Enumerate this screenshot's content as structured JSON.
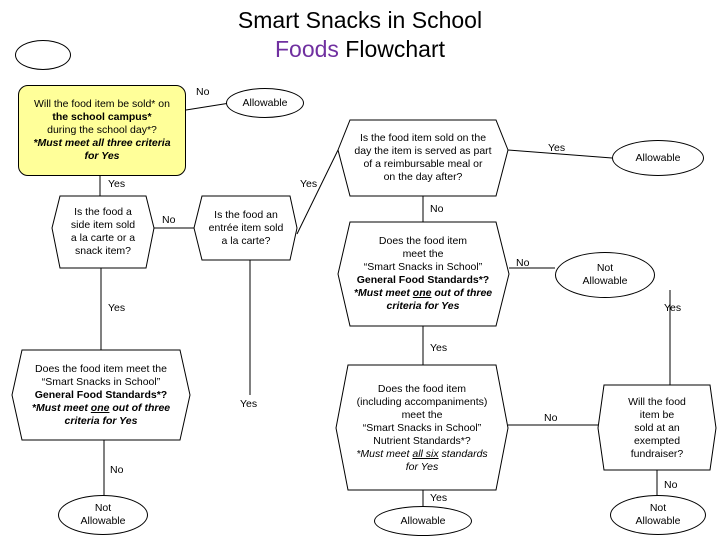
{
  "title": {
    "line1": "Smart Snacks in School",
    "line2_accent": "Foods",
    "line2_rest": " Flowchart"
  },
  "q_sold": {
    "line1": "Will the food item be sold* on",
    "line2": "the school campus*",
    "line3": "during the school day*?",
    "line4": "*Must meet all three criteria",
    "line5": "for Yes"
  },
  "q_side": {
    "line1": "Is the food a",
    "line2": "side item sold",
    "line3": "a la carte or a",
    "line4": "snack item?"
  },
  "q_entree": {
    "line1": "Is the food an",
    "line2": "entrée item sold",
    "line3": "a la carte?"
  },
  "q_reimb": {
    "line1": "Is the food item sold on the",
    "line2": "day the item is served as part",
    "line3": "of a reimbursable meal or",
    "line4": "on the day after?"
  },
  "q_general_left": {
    "line1": "Does the food item meet the",
    "line2": "“Smart Snacks in School”",
    "line3": "General Food Standards*?",
    "line4_pre": "*Must meet ",
    "line4_u": "one",
    "line4_post": " out of three",
    "line5": "criteria for Yes"
  },
  "q_general_mid": {
    "line1": "Does the food item",
    "line2": "meet the",
    "line3": "“Smart Snacks in School”",
    "line4": "General Food Standards*?",
    "line5_pre": "*Must meet ",
    "line5_u": "one",
    "line5_post": " out of three",
    "line6": "criteria for Yes"
  },
  "q_nutrient": {
    "line1": "Does the food item",
    "line2": "(including accompaniments)",
    "line3": "meet the",
    "line4": "“Smart Snacks in School”",
    "line5": "Nutrient Standards*?",
    "line6_pre": "*Must meet ",
    "line6_u": "all six",
    "line6_post": " standards",
    "line7": "for Yes"
  },
  "q_fundraiser": {
    "line1": "Will the food",
    "line2": "item be",
    "line3": "sold at an",
    "line4": "exempted",
    "line5": "fundraiser?"
  },
  "results": {
    "allowable_top": "Allowable",
    "allowable_right": "Allowable",
    "not_allowable_mid": {
      "line1": "Not",
      "line2": "Allowable"
    },
    "not_allowable_left": {
      "line1": "Not",
      "line2": "Allowable"
    },
    "allowable_bottom": "Allowable",
    "not_allowable_right": {
      "line1": "Not",
      "line2": "Allowable"
    }
  },
  "labels": {
    "no_top": "No",
    "yes_left": "Yes",
    "yes_mid_top": "Yes",
    "yes_reimb_right": "Yes",
    "no_side": "No",
    "no_reimb": "No",
    "no_general_mid": "No",
    "yes_far_right": "Yes",
    "yes_side_down": "Yes",
    "yes_general_mid": "Yes",
    "yes_entree_down": "Yes",
    "no_general_left": "No",
    "no_nutrient": "No",
    "no_fundraiser": "No",
    "yes_nutrient": "Yes"
  },
  "colors": {
    "accent": "#7030a0",
    "highlight": "#ffff99"
  }
}
